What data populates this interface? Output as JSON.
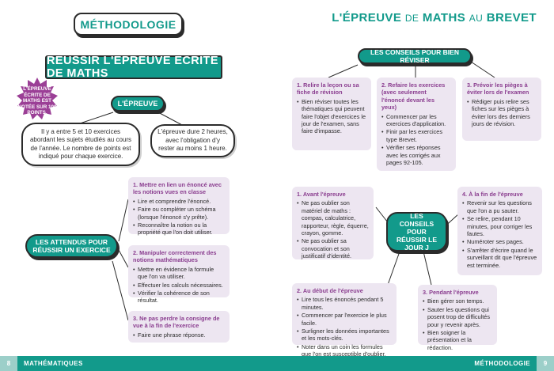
{
  "header": {
    "left_title": "MÉTHODOLOGIE",
    "right_title_1": "L'ÉPREUVE",
    "right_title_2": "DE",
    "right_title_3": "MATHS",
    "right_title_4": "AU",
    "right_title_5": "BREVET"
  },
  "left_page": {
    "main_title": "RÉUSSIR L'ÉPREUVE ÉCRITE DE MATHS",
    "burst_text": "L'ÉPREUVE ÉCRITE DE MATHS EST NOTÉE SUR 100 POINTS.",
    "epreuve_pill": "L'ÉPREUVE",
    "bubble_1": "Il y a entre 5 et 10 exercices abordant les sujets étudiés au cours de l'année. Le nombre de points est indiqué pour chaque exercice.",
    "bubble_2": "L'épreuve dure 2 heures, avec l'obligation d'y rester au moins 1 heure.",
    "attendus_pill": "LES ATTENDUS POUR RÉUSSIR UN EXERCICE",
    "cards": [
      {
        "title": "1. Mettre en lien un énoncé avec les notions vues en classe",
        "items": [
          "Lire et comprendre l'énoncé.",
          "Faire ou compléter un schéma (lorsque l'énoncé s'y prête).",
          "Reconnaître la notion ou la propriété que l'on doit utiliser."
        ]
      },
      {
        "title": "2. Manipuler correctement des notions mathématiques",
        "items": [
          "Mettre en évidence la formule que l'on va utiliser.",
          "Effectuer les calculs nécessaires.",
          "Vérifier la cohérence de son résultat."
        ]
      },
      {
        "title": "3. Ne pas perdre la consigne de vue à la fin de l'exercice",
        "items": [
          "Faire une phrase réponse."
        ]
      }
    ]
  },
  "right_page": {
    "conseils_pill": "LES CONSEILS POUR BIEN RÉVISER",
    "reviser_cards": [
      {
        "title": "1. Relire la leçon ou sa fiche de révision",
        "items": [
          "Bien réviser toutes les thématiques qui peuvent faire l'objet d'exercices le jour de l'examen, sans faire d'impasse."
        ]
      },
      {
        "title": "2. Refaire les exercices (avec seulement l'énoncé devant les yeux)",
        "items": [
          "Commencer par les exercices d'application.",
          "Finir par les exercices type Brevet.",
          "Vérifier ses réponses avec les corrigés aux pages 92-105."
        ]
      },
      {
        "title": "3. Prévoir les pièges à éviter lors de l'examen",
        "items": [
          "Rédiger puis relire ses fiches sur les pièges à éviter lors des derniers jours de révision."
        ]
      }
    ],
    "jour_pill": "LES CONSEILS POUR RÉUSSIR LE JOUR J",
    "jour_cards": [
      {
        "title": "1. Avant l'épreuve",
        "items": [
          "Ne pas oublier son matériel de maths : compas, calculatrice, rapporteur, règle, équerre, crayon, gomme.",
          "Ne pas oublier sa convocation et son justificatif d'identité."
        ]
      },
      {
        "title": "2. Au début de l'épreuve",
        "items": [
          "Lire tous les énoncés pendant 5 minutes.",
          "Commencer par l'exercice le plus facile.",
          "Surligner les données importantes et les mots-clés.",
          "Noter dans un coin les formules que l'on est susceptible d'oublier."
        ]
      },
      {
        "title": "3. Pendant l'épreuve",
        "items": [
          "Bien gérer son temps.",
          "Sauter les questions qui posent trop de difficultés pour y revenir après.",
          "Bien soigner la présentation et la rédaction."
        ]
      },
      {
        "title": "4. À la fin de l'épreuve",
        "items": [
          "Revenir sur les questions que l'on a pu sauter.",
          "Se relire, pendant 10 minutes, pour corriger les fautes.",
          "Numéroter ses pages.",
          "S'arrêter d'écrire quand le surveillant dit que l'épreuve est terminée."
        ]
      }
    ]
  },
  "footer": {
    "left_page_num": "8",
    "left_label": "MATHÉMATIQUES",
    "right_label": "MÉTHODOLOGIE",
    "right_page_num": "9"
  },
  "colors": {
    "teal": "#129a8b",
    "purple": "#8a3d8f",
    "card_bg": "#ede6f1",
    "burst": "#9b3f96"
  }
}
